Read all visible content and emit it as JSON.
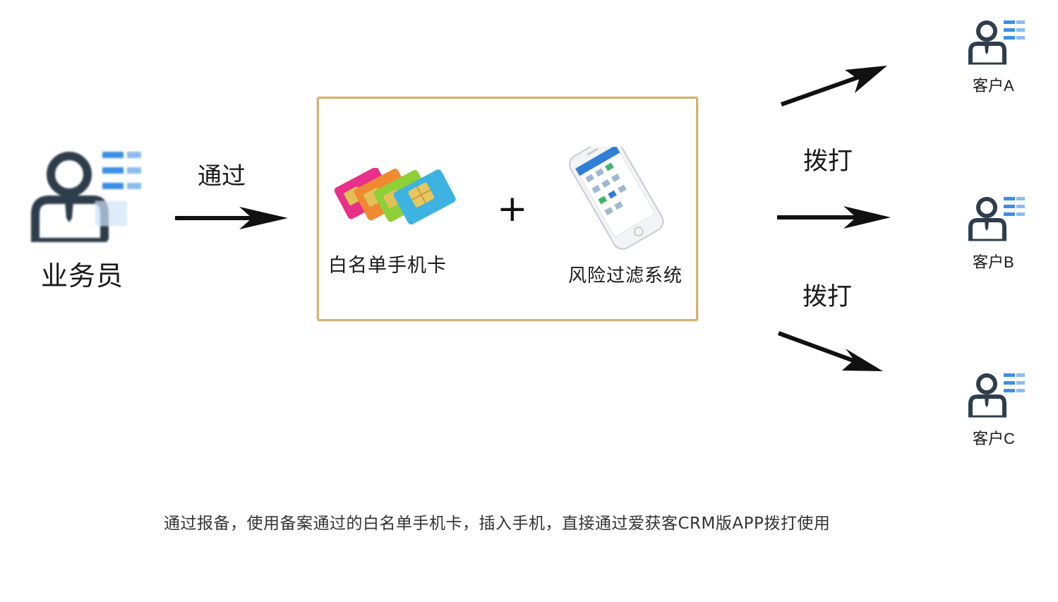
{
  "staff": {
    "label": "业务员",
    "icon": "salesperson-icon"
  },
  "flow": {
    "via_label": "通过"
  },
  "center": {
    "sim_label": "白名单手机卡",
    "plus": "+",
    "system_label": "风险过滤系统",
    "sim_icon": "sim-cards-icon",
    "phone_icon": "smartphone-icon",
    "border_color": "#d3b36f"
  },
  "dial": {
    "label_top": "拨打",
    "label_bottom": "拨打"
  },
  "customers": [
    {
      "label": "客户A",
      "icon": "customer-icon"
    },
    {
      "label": "客户B",
      "icon": "customer-icon"
    },
    {
      "label": "客户C",
      "icon": "customer-icon"
    }
  ],
  "caption": "通过报备，使用备案通过的白名单手机卡，插入手机，直接通过爱获客CRM版APP拨打使用",
  "colors": {
    "icon_dark": "#2f3d4c",
    "icon_blue": "#3d8fe8",
    "arrow": "#111111"
  }
}
